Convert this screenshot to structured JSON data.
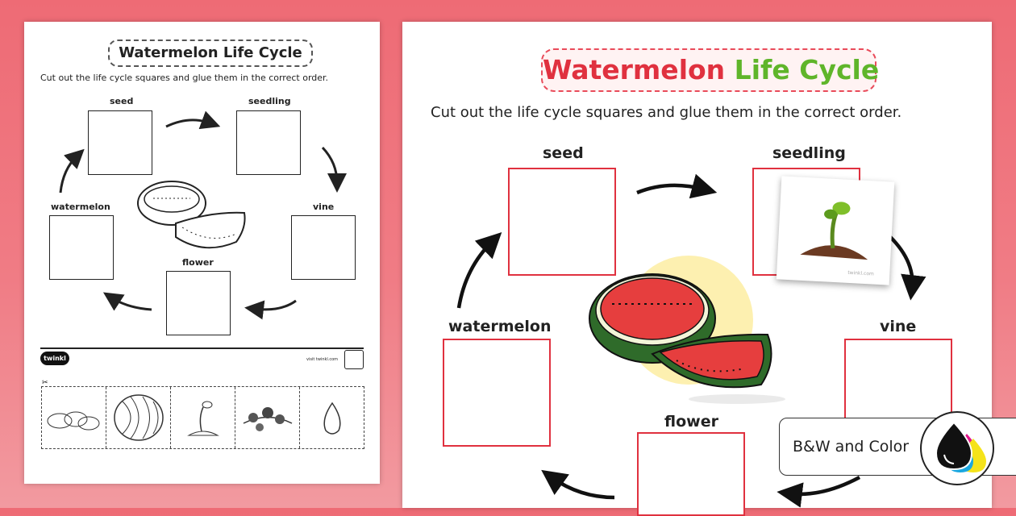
{
  "bw": {
    "title": "Watermelon Life Cycle",
    "instruction": "Cut out the life cycle squares and glue them in the correct order.",
    "labels": {
      "seed": "seed",
      "seedling": "seedling",
      "vine": "vine",
      "flower": "flower",
      "watermelon": "watermelon"
    },
    "logo": "twinkl",
    "footer_url": "visit twinkl.com"
  },
  "color": {
    "title_part1": "Watermelon",
    "title_part2": "Life Cycle",
    "instruction": "Cut out the life cycle squares and glue them in the correct order.",
    "labels": {
      "seed": "seed",
      "seedling": "seedling",
      "vine": "vine",
      "flower": "flower",
      "watermelon": "watermelon"
    },
    "card_watermark": "twinkl.com",
    "title_color1": "#e0313f",
    "title_color2": "#5fb52a"
  },
  "badge": {
    "text": "B&W and Color"
  }
}
